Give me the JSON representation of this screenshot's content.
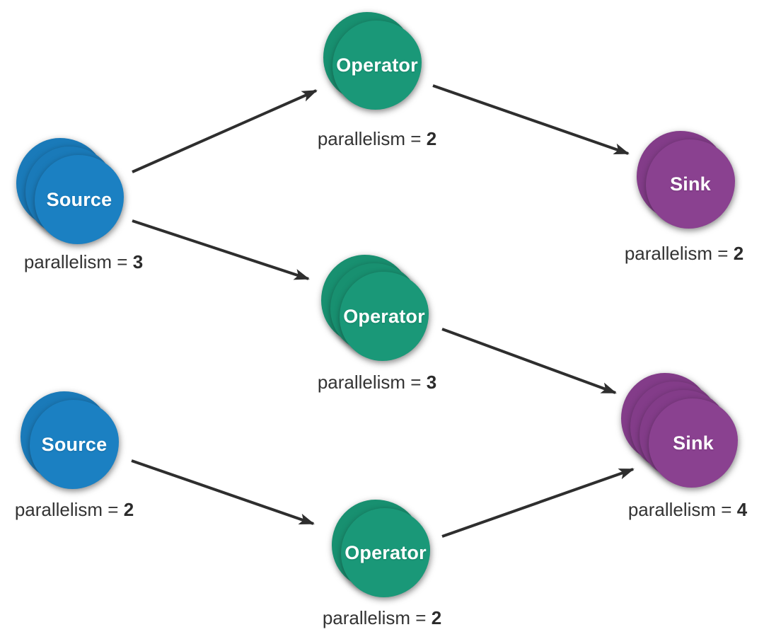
{
  "diagram": {
    "kind": "streaming-dataflow-parallelism-diagram",
    "background": "#ffffff"
  },
  "colors": {
    "source": "#1b80c2",
    "operator": "#1a9878",
    "sink": "#8a4190",
    "arrow": "#2e2e2e",
    "label_text": "#333333"
  },
  "labels": {
    "parallelism_prefix": "parallelism = "
  },
  "nodes": [
    {
      "id": "source-1",
      "label": "Source",
      "type": "source",
      "parallelism": "3",
      "stacked_circles": 3
    },
    {
      "id": "operator-1",
      "label": "Operator",
      "type": "operator",
      "parallelism": "2",
      "stacked_circles": 2
    },
    {
      "id": "sink-1",
      "label": "Sink",
      "type": "sink",
      "parallelism": "2",
      "stacked_circles": 2
    },
    {
      "id": "operator-2",
      "label": "Operator",
      "type": "operator",
      "parallelism": "3",
      "stacked_circles": 3
    },
    {
      "id": "source-2",
      "label": "Source",
      "type": "source",
      "parallelism": "2",
      "stacked_circles": 2
    },
    {
      "id": "operator-3",
      "label": "Operator",
      "type": "operator",
      "parallelism": "2",
      "stacked_circles": 2
    },
    {
      "id": "sink-2",
      "label": "Sink",
      "type": "sink",
      "parallelism": "4",
      "stacked_circles": 4
    }
  ],
  "edges": [
    {
      "from": "source-1",
      "to": "operator-1"
    },
    {
      "from": "source-1",
      "to": "operator-2"
    },
    {
      "from": "operator-1",
      "to": "sink-1"
    },
    {
      "from": "operator-2",
      "to": "sink-2"
    },
    {
      "from": "source-2",
      "to": "operator-3"
    },
    {
      "from": "operator-3",
      "to": "sink-2"
    }
  ]
}
